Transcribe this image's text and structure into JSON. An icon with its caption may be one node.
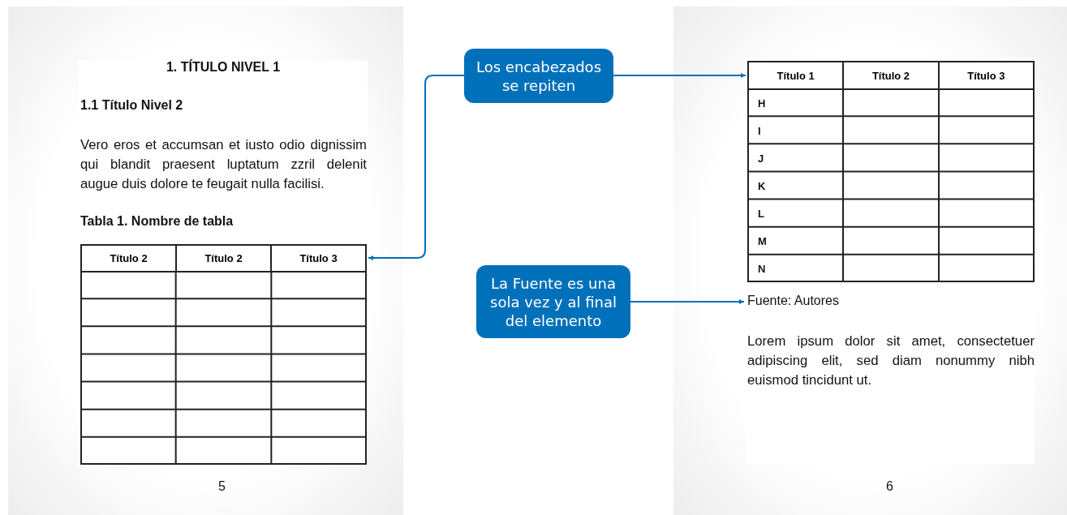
{
  "diagram": {
    "nodes": [
      {
        "text": [
          "Los encabezados se repiten"
        ]
      },
      {
        "text": [
          "La Fuente es una sola vez y al final del elemento"
        ]
      },
      {
        "text": [
          "Título 2",
          "Título 2",
          "Título 3"
        ]
      },
      {
        "text": [
          "Título 1",
          "Título 2",
          "Título 3"
        ]
      },
      {
        "text": [
          "Fuente: Autores"
        ]
      }
    ],
    "edges": [
      {
        "from": 0,
        "to": 2,
        "arrow": "to"
      },
      {
        "from": 0,
        "to": 3,
        "arrow": "to"
      },
      {
        "from": 1,
        "to": 4,
        "arrow": "to"
      }
    ],
    "labels": [
      "1. TÍTULO NIVEL 1",
      "1.1 Título Nivel 2",
      "Vero eros et accumsan et iusto odio dignissim qui blandit praesent luptatum zzril delenit augue duis dolore te feugait nulla facilisi.",
      "Tabla 1. Nombre de tabla",
      "5",
      "H",
      "I",
      "J",
      "K",
      "L",
      "M",
      "N",
      "Lorem ipsum dolor sit amet, consectetuer adipiscing elit, sed diam nonummy nibh euismod tincidunt ut.",
      "6"
    ]
  }
}
